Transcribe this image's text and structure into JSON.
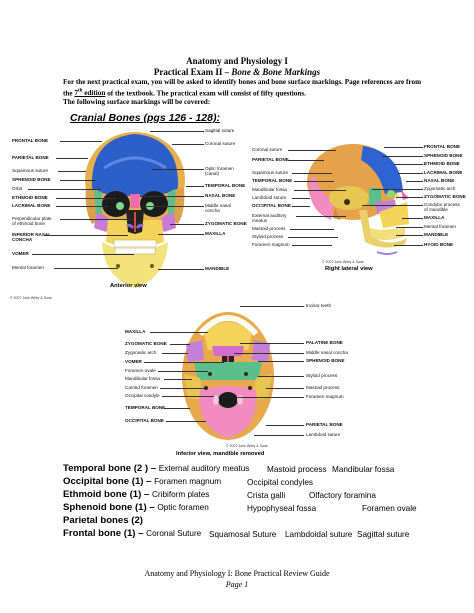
{
  "header": {
    "title_line1": "Anatomy and Physiology I",
    "title_line2_prefix": "Practical Exam II – ",
    "title_line2_italic": "Bone & Bone Markings"
  },
  "intro": {
    "part1": "For the next practical exam, you will be asked to identify bones and bone surface markings.  Page references are from the ",
    "edition_num": "7",
    "edition_sup": "th",
    "edition_word": " edition",
    "part2": " of the textbook.  The practical exam will consist of fifty questions.",
    "part3": "The following surface markings will be covered:"
  },
  "section": {
    "title": "Cranial Bones (pgs 126 - 128):"
  },
  "anterior": {
    "caption": "Anterior view",
    "copyright": "© 2007 John Wiley & Sons",
    "left_labels": [
      "FRONTAL BONE",
      "PARIETAL BONE",
      "Squamous suture",
      "SPHENOID BONE",
      "Orbit",
      "ETHMOID BONE",
      "LACRIMAL BONE",
      "Perpendicular plate",
      "of ethmoid bone",
      "INFERIOR NASAL",
      "CONCHA",
      "VOMER",
      "Mental foramen"
    ],
    "right_labels": [
      "Sagittal suture",
      "Coronal suture",
      "Optic foramen",
      "(canal)",
      "TEMPORAL BONE",
      "NASAL BONE",
      "Middle nasal",
      "concha",
      "ZYGOMATIC BONE",
      "MAXILLA",
      "MANDIBLE"
    ]
  },
  "lateral": {
    "caption": "Right lateral view",
    "copyright": "© 2007 John Wiley & Sons",
    "left_labels": [
      "Coronal suture",
      "PARIETAL BONE",
      "Squamous suture",
      "TEMPORAL BONE",
      "Mandibular fossa",
      "Lambdoid suture",
      "OCCIPITAL BONE",
      "External auditory",
      "meatus",
      "Mastoid process",
      "Styloid process",
      "Foramen magnum"
    ],
    "right_labels": [
      "FRONTAL BONE",
      "SPHENOID BONE",
      "ETHMOID BONE",
      "LACRIMAL BONE",
      "NASAL BONE",
      "Zygomatic arch",
      "ZYGOMATIC BONE",
      "Condylar process",
      "of mandible",
      "MAXILLA",
      "Mental foramen",
      "MANDIBLE",
      "HYOID BONE"
    ]
  },
  "inferior": {
    "caption": "Inferior view, mandible removed",
    "copyright": "© 2007 John Wiley & Sons",
    "top_label": "Incisor teeth",
    "left_labels": [
      "MAXILLA",
      "ZYGOMATIC BONE",
      "Zygomatic arch",
      "VOMER",
      "Foramen ovale",
      "Mandibular fossa",
      "Carotid foramen",
      "Occipital condyle",
      "TEMPORAL BONE",
      "OCCIPITAL BONE"
    ],
    "right_labels": [
      "PALATINE BONE",
      "Middle nasal concha",
      "SPHENOID BONE",
      "Styloid process",
      "Mastoid process",
      "Foramen magnum",
      "PARIETAL BONE",
      "Lambdoid suture"
    ]
  },
  "bones": [
    {
      "name": "Temporal bone (2 ) – ",
      "items": [
        "External auditory meatus",
        "Mastoid process",
        "Mandibular fossa"
      ]
    },
    {
      "name": "Occipital bone (1) – ",
      "items": [
        "Foramen magnum",
        "Occipital condyles"
      ]
    },
    {
      "name": "Ethmoid bone (1) – ",
      "items": [
        "Cribiform plates",
        "Crista galli",
        "Olfactory foramina"
      ]
    },
    {
      "name": "Sphenoid bone (1) – ",
      "items": [
        "Optic foramen",
        "Hypophyseal fossa",
        "Foramen ovale"
      ]
    },
    {
      "name": "Parietal bones (2)",
      "items": []
    },
    {
      "name": "Frontal bone (1) – ",
      "items": [
        "Coronal Suture",
        "Squamosal Suture",
        "Lambdoidal suture",
        "Sagittal suture"
      ]
    }
  ],
  "footer": {
    "line1": "Anatomy and Physiology I: Bone Practical Review Guide",
    "line2": "Page 1"
  }
}
